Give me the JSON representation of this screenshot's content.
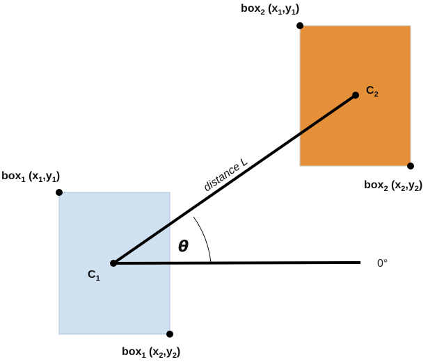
{
  "colors": {
    "box1_fill": "#cfe0f1",
    "box1_stroke": "#a9c2dc",
    "box2_fill": "#e58f39",
    "box2_stroke": "#c8c8c8",
    "ink": "#000000"
  },
  "box1": {
    "label_top_left": {
      "prefix": "box",
      "box_sub": "1",
      "coords": [
        "x",
        "1",
        "y",
        "1"
      ]
    },
    "label_bottom_right": {
      "prefix": "box",
      "box_sub": "1",
      "coords": [
        "x",
        "2",
        "y",
        "2"
      ]
    }
  },
  "box2": {
    "label_top_left": {
      "prefix": "box",
      "box_sub": "2",
      "coords": [
        "x",
        "1",
        "y",
        "1"
      ]
    },
    "label_bottom_right": {
      "prefix": "box",
      "box_sub": "2",
      "coords": [
        "x",
        "2",
        "y",
        "2"
      ]
    }
  },
  "center1": {
    "letter": "C",
    "sub": "1"
  },
  "center2": {
    "letter": "C",
    "sub": "2"
  },
  "distance_label": "distance L",
  "angle_symbol": "θ",
  "zero_degree_label": "0°"
}
